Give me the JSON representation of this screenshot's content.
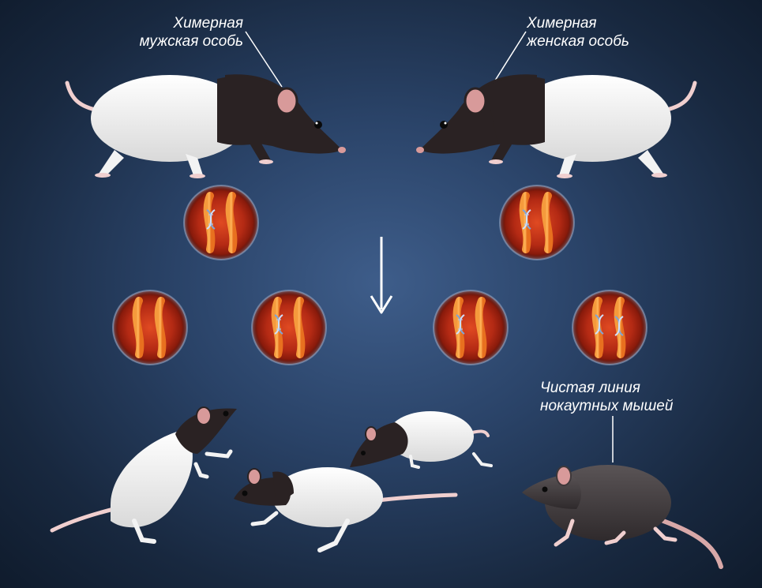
{
  "labels": {
    "chimera_male": [
      "Химерная",
      "мужская особь"
    ],
    "chimera_female": [
      "Химерная",
      "женская особь"
    ],
    "knockout_line": [
      "Чистая линия",
      "нокаутных мышей"
    ]
  },
  "colors": {
    "background_center": "#3e5d8a",
    "background_edge": "#0f1b2c",
    "cell": "#c0301a",
    "chromosome": "#f07a2a",
    "rat_white": "#f3f3f3",
    "rat_black": "#2a2223",
    "rat_gray": "#4a4446",
    "arrow": "#ffffff"
  },
  "icons": {
    "arrow": "arrow-down-icon",
    "cell": "cell-chromosome-icon",
    "dna_marker": "dna-helix-icon"
  }
}
